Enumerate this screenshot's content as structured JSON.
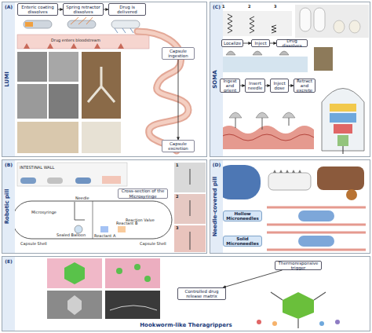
{
  "diagram": {
    "nodes": [
      {
        "text": [
          "(A)",
          "LUMI"
        ]
      },
      {
        "text": [
          "Enteric coating dissolves"
        ],
        "in": 0
      },
      {
        "text": [
          "Spring retractor dissolves"
        ],
        "in": 0
      },
      {
        "text": [
          "Drug is delivered"
        ],
        "in": 0
      },
      {
        "text": [
          "Capsule ingestion"
        ],
        "in": 0
      },
      {
        "text": [
          "Capsule excretion"
        ],
        "in": 0
      },
      {
        "text": [
          "(C)",
          "SOMA"
        ]
      },
      {
        "text": [
          "Localize"
        ],
        "in": 6
      },
      {
        "text": [
          "Inject"
        ],
        "in": 6
      },
      {
        "text": [
          "Drug dissolves"
        ],
        "in": 6
      },
      {
        "text": [
          "Ingest and orient"
        ],
        "in": 6
      },
      {
        "text": [
          "Insert needle"
        ],
        "in": 6
      },
      {
        "text": [
          "Inject dose"
        ],
        "in": 6
      },
      {
        "text": [
          "Retract and excrete"
        ],
        "in": 6
      },
      {
        "text": [
          "(B)",
          "Robotic pill"
        ]
      },
      {
        "text": [
          "Cross-section of the Microsyringe"
        ],
        "in": 14
      },
      {
        "text": [
          "(D)",
          "Needle-covered pill"
        ]
      },
      {
        "text": [
          "Hollow Microneedles"
        ],
        "in": 16
      },
      {
        "text": [
          "Solid Microneedles"
        ],
        "in": 16
      },
      {
        "text": [
          "(E)",
          "Hookworm-like Theragrippers"
        ]
      },
      {
        "text": [
          "Thermoresponsive trigger"
        ],
        "in": 19
      },
      {
        "text": [
          "Controlled drug release matrix"
        ],
        "in": 19
      }
    ],
    "edges": [
      {
        "from": 1,
        "to": 2,
        "arrow": "to"
      },
      {
        "from": 2,
        "to": 3,
        "arrow": "to"
      },
      {
        "from": 4,
        "to": 5,
        "arrow": "to"
      },
      {
        "from": 7,
        "to": 8,
        "arrow": "to"
      },
      {
        "from": 8,
        "to": 9,
        "arrow": "to"
      },
      {
        "from": 10,
        "to": 11,
        "arrow": "to"
      },
      {
        "from": 11,
        "to": 12,
        "arrow": "to"
      },
      {
        "from": 12,
        "to": 13,
        "arrow": "to"
      },
      {
        "from": 20,
        "to": 21,
        "arrow": "to"
      }
    ],
    "labels": [
      "Drug enters bloodstream",
      "Needle",
      "Microsyringe",
      "Reaction Valve",
      "Sealed Balloon",
      "Reactant A",
      "Reactant B",
      "Capsule Shell",
      "Capsule Shell",
      "INTESTINAL WALL",
      "1",
      "2",
      "3",
      "1",
      "2",
      "3"
    ]
  }
}
